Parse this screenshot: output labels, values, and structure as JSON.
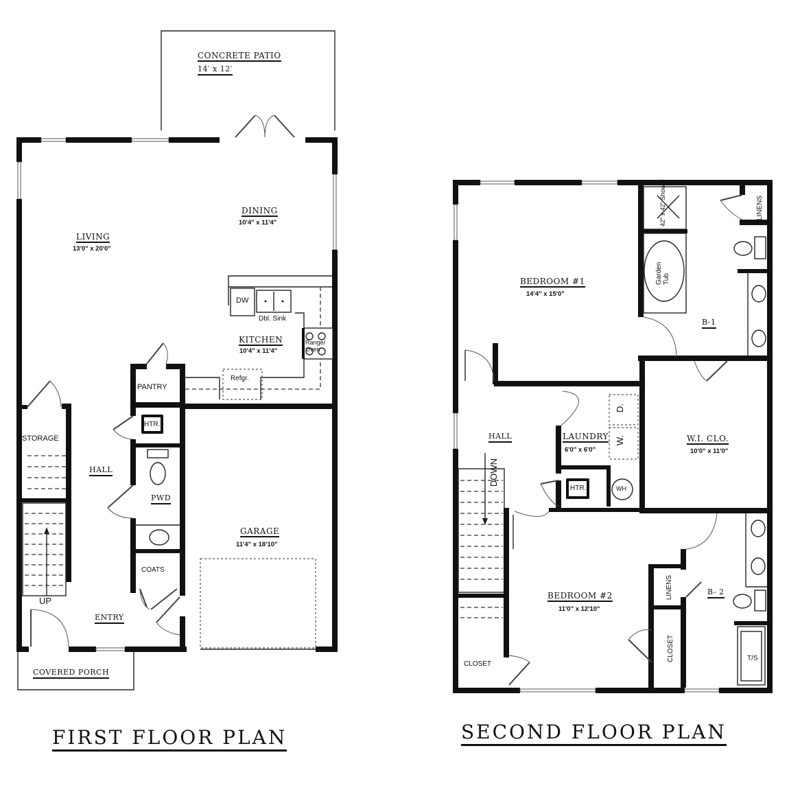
{
  "first_floor": {
    "title": "FIRST FLOOR PLAN",
    "rooms": {
      "patio": {
        "name": "CONCRETE PATIO",
        "size": "14′ x 12′"
      },
      "living": {
        "name": "LIVING",
        "size": "13'0\" x 20'0\""
      },
      "dining": {
        "name": "DINING",
        "size": "10'4\" x 11'4\""
      },
      "kitchen": {
        "name": "KITCHEN",
        "size": "10'4\" x 11'4\""
      },
      "garage": {
        "name": "GARAGE",
        "size": "11'4\" x 18'10\""
      },
      "hall": {
        "name": "HALL"
      },
      "entry": {
        "name": "ENTRY"
      },
      "porch": {
        "name": "COVERED PORCH"
      },
      "pwd": {
        "name": "PWD"
      }
    },
    "fixtures": {
      "dw": "DW",
      "sink": "Dbl. Sink",
      "range": "Range/ Oven",
      "refrigerator": "Refgr.",
      "pantry": "PANTRY",
      "heater": "HTR.",
      "storage": "STORAGE",
      "coats": "COATS",
      "stairs": "UP"
    }
  },
  "second_floor": {
    "title": "SECOND FLOOR PLAN",
    "rooms": {
      "bedroom1": {
        "name": "BEDROOM #1",
        "size": "14'4\" x 15'0\""
      },
      "bedroom2": {
        "name": "BEDROOM #2",
        "size": "11'0\" x 12'10\""
      },
      "wic": {
        "name": "W.I. CLO.",
        "size": "10'0\" x 11'0\""
      },
      "laundry": {
        "name": "LAUNDRY",
        "size": "6'0\" x 6'0\""
      },
      "hall": {
        "name": "HALL"
      },
      "bath1": {
        "name": "B-1"
      },
      "bath2": {
        "name": "B- 2"
      }
    },
    "fixtures": {
      "shower": "42\" x 42\" Shower",
      "tub": "Garden Tub",
      "linens1": "LINENS",
      "linens2": "LINENS",
      "dryer": "D.",
      "washer": "W.",
      "heater": "HTR.",
      "water_heater": "WH",
      "stairs": "DOWN",
      "closet_left": "CLOSET",
      "closet_right": "CLOSET",
      "tub_shower": "T/S"
    }
  }
}
